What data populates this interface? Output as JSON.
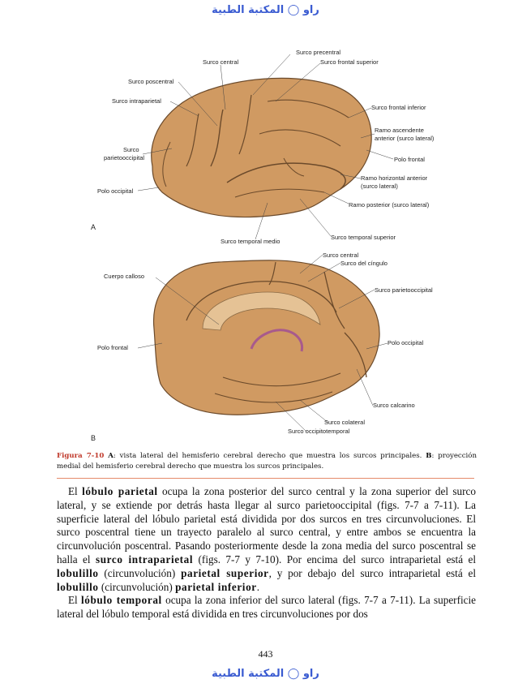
{
  "header": {
    "watermark": "ﺭﺍﻭ ◯ ﺍﻟﻤﻜﺘﺒﺔ ﺍﻟﻄﺒﻴﺔ"
  },
  "figure": {
    "panel_a": "A",
    "panel_b": "B",
    "labels_a": {
      "surco_central": "Surco central",
      "surco_precentral": "Surco precentral",
      "surco_frontal_superior": "Surco frontal superior",
      "surco_poscentral": "Surco poscentral",
      "surco_intraparietal": "Surco intraparietal",
      "surco_frontal_inferior": "Surco frontal inferior",
      "ramo_ascendente_1": "Ramo ascendente",
      "ramo_ascendente_2": "anterior (surco lateral)",
      "surco_parietooccipital_1": "Surco",
      "surco_parietooccipital_2": "parietooccipital",
      "polo_frontal": "Polo frontal",
      "ramo_horizontal_1": "Ramo horizontal anterior",
      "ramo_horizontal_2": "(surco lateral)",
      "polo_occipital": "Polo occipital",
      "ramo_posterior": "Ramo posterior (surco lateral)",
      "surco_temporal_superior": "Surco temporal superior",
      "surco_temporal_medio": "Surco temporal medio"
    },
    "labels_b": {
      "surco_central": "Surco central",
      "cuerpo_calloso": "Cuerpo calloso",
      "surco_cingulo": "Surco del cíngulo",
      "surco_parietooccipital": "Surco parietooccipital",
      "polo_frontal": "Polo frontal",
      "polo_occipital": "Polo occipital",
      "surco_calcarino": "Surco calcarino",
      "surco_colateral": "Surco colateral",
      "surco_occipitotemporal": "Surco occipitotemporal"
    }
  },
  "caption": {
    "label": "Figura 7-10",
    "a_marker": "A",
    "a_text": ": vista lateral del hemisferio cerebral derecho que muestra los surcos principales. ",
    "b_marker": "B",
    "b_text": ": proyección medial del hemisferio cerebral derecho que muestra los surcos principales."
  },
  "paragraph1": {
    "t1": "El ",
    "b1": "lóbulo parietal",
    "t2": " ocupa la zona posterior del surco central y la zona superior del surco lateral, y se extiende por detrás hasta llegar al surco parietooccipital (figs. 7-7 a 7-11). La superficie lateral del lóbulo parietal está dividida por dos surcos en tres circunvoluciones. El surco poscentral tiene un trayecto paralelo al surco central, y entre ambos se encuentra la circunvolución poscentral. Pasando posteriormente desde la zona media del surco poscentral se halla el ",
    "b2": "surco intraparietal",
    "t3": " (figs. 7-7 y 7-10). Por encima del surco intraparietal está el ",
    "b3": "lobulillo",
    "t4": " (circunvolución) ",
    "b4": "parietal superior",
    "t5": ", y por debajo del surco intraparietal está el ",
    "b5": "lobulillo",
    "t6": " (circunvolución) ",
    "b6": "parietal inferior",
    "t7": "."
  },
  "paragraph2": {
    "t1": "El ",
    "b1": "lóbulo temporal",
    "t2": " ocupa la zona inferior del surco lateral (figs. 7-7 a 7-11). La superficie lateral del lóbulo temporal está dividida en tres circunvoluciones por dos"
  },
  "page_number": "443"
}
